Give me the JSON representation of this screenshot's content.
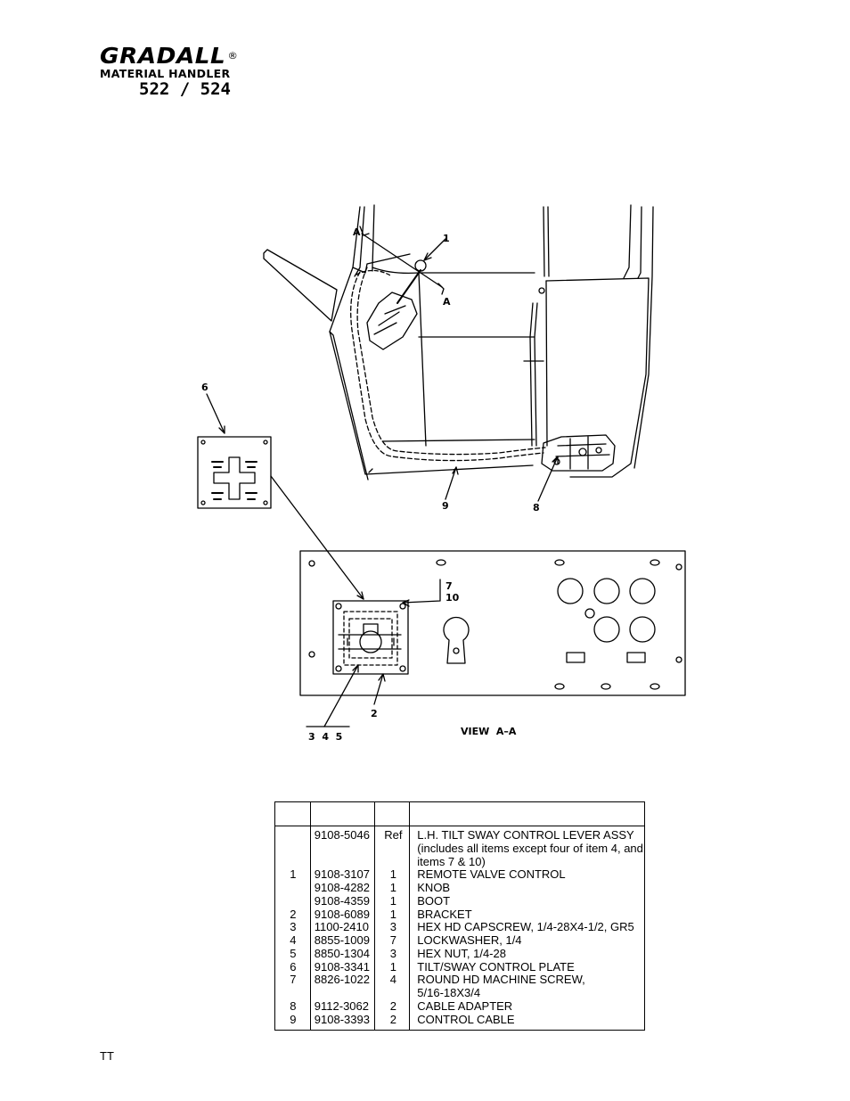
{
  "header": {
    "brand": "GRADALL",
    "registered_mark": "®",
    "subtitle": "MATERIAL HANDLER",
    "model": "522 / 524"
  },
  "diagram": {
    "callouts": {
      "c1": "1",
      "c2": "2",
      "c345": "3  4  5",
      "c6": "6",
      "c7": "7",
      "c10": "10",
      "c8": "8",
      "c9": "9",
      "section_a1": "A",
      "section_a2": "A"
    },
    "view_label": "VIEW  A–A"
  },
  "parts_table": {
    "headers": [
      "",
      "",
      "",
      ""
    ],
    "rows": [
      {
        "item": "",
        "part": "9108-5046",
        "qty": "Ref",
        "desc": [
          "L.H. TILT SWAY CONTROL LEVER ASSY",
          "(includes all items except four of item 4, and",
          "items 7 & 10)"
        ]
      },
      {
        "item": "1",
        "part": "9108-3107",
        "qty": "1",
        "desc": [
          "REMOTE VALVE CONTROL"
        ]
      },
      {
        "item": "",
        "part": "9108-4282",
        "qty": "1",
        "desc": [
          "KNOB"
        ]
      },
      {
        "item": "",
        "part": "9108-4359",
        "qty": "1",
        "desc": [
          "BOOT"
        ]
      },
      {
        "item": "2",
        "part": "9108-6089",
        "qty": "1",
        "desc": [
          "BRACKET"
        ]
      },
      {
        "item": "3",
        "part": "1100-2410",
        "qty": "3",
        "desc": [
          "HEX HD CAPSCREW, 1/4-28X4-1/2, GR5"
        ]
      },
      {
        "item": "4",
        "part": "8855-1009",
        "qty": "7",
        "desc": [
          "LOCKWASHER, 1/4"
        ]
      },
      {
        "item": "5",
        "part": "8850-1304",
        "qty": "3",
        "desc": [
          "HEX NUT, 1/4-28"
        ]
      },
      {
        "item": "6",
        "part": "9108-3341",
        "qty": "1",
        "desc": [
          "TILT/SWAY CONTROL PLATE"
        ]
      },
      {
        "item": "7",
        "part": "8826-1022",
        "qty": "4",
        "desc": [
          "ROUND HD MACHINE SCREW,",
          "5/16-18X3/4"
        ]
      },
      {
        "item": "8",
        "part": "9112-3062",
        "qty": "2",
        "desc": [
          "CABLE ADAPTER"
        ]
      },
      {
        "item": "9",
        "part": "9108-3393",
        "qty": "2",
        "desc": [
          "CONTROL CABLE"
        ]
      }
    ]
  },
  "footer": {
    "code": "TT"
  }
}
